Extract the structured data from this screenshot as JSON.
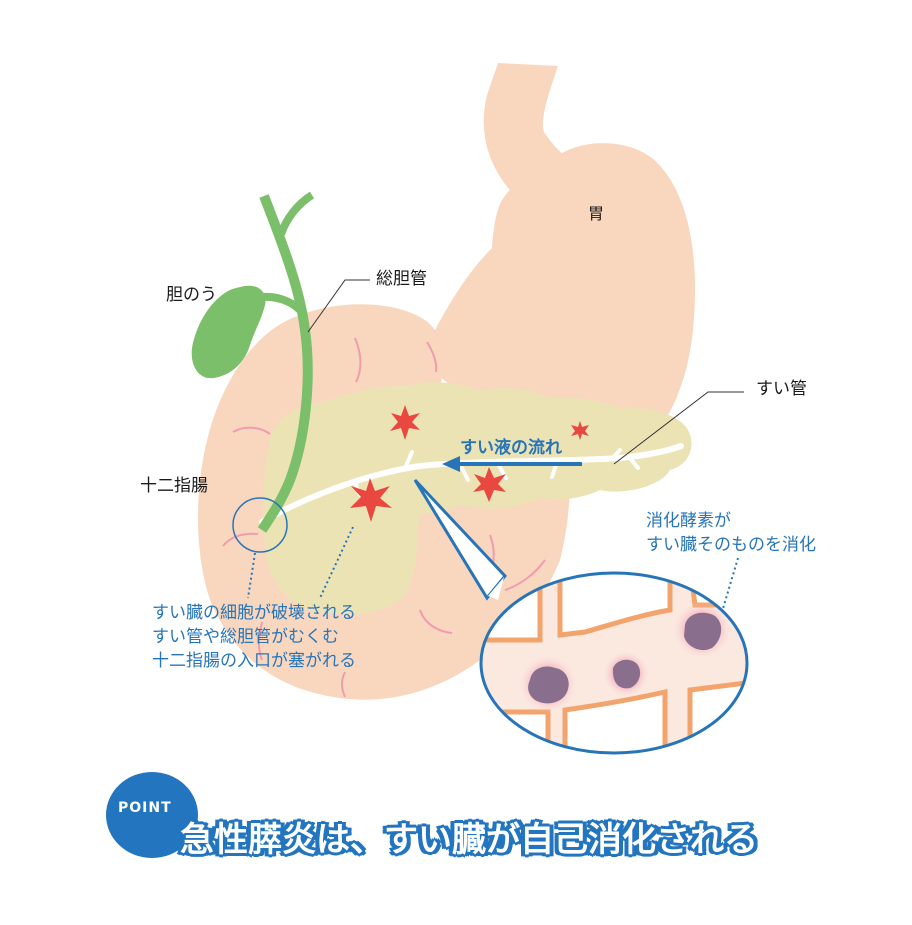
{
  "labels": {
    "stomach": "胃",
    "gallbladder": "胆のう",
    "common_bile_duct": "総胆管",
    "pancreatic_duct": "すい管",
    "duodenum": "十二指腸"
  },
  "flow": {
    "label": "すい液の流れ",
    "arrow_direction": "left"
  },
  "callouts": {
    "damage": [
      "すい臓の細胞が破壊される",
      "すい管や総胆管がむくむ",
      "十二指腸の入口が塞がれる"
    ],
    "digestion": [
      "消化酵素が",
      "すい臓そのものを消化"
    ]
  },
  "point": {
    "badge": "POINT",
    "headline": "急性膵炎は、すい臓が自己消化される"
  },
  "colors": {
    "organ_peach": "#f9d7bf",
    "pancreas": "#ece3b4",
    "gallbladder_green": "#7bbf6a",
    "accent_blue": "#2775b8",
    "inflammation_red": "#e8483f",
    "cell_border_orange": "#f2a46c",
    "cell_fill": "#fbe9e0",
    "damaged_cell_purple": "#8a6e8e",
    "fold_pink": "#ef9bb0"
  }
}
